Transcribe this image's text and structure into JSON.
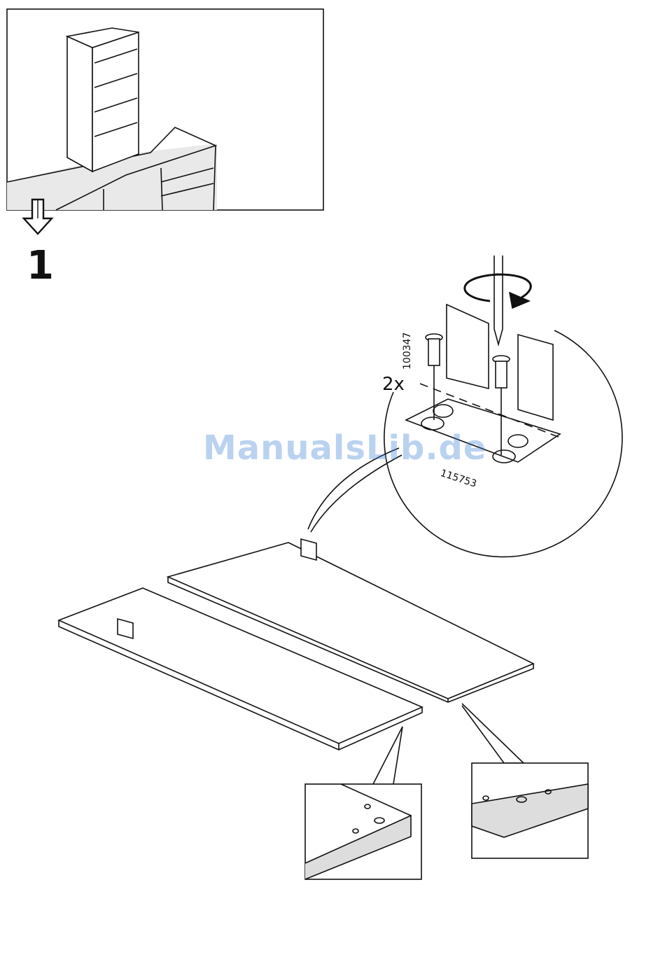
{
  "step": {
    "number": "1"
  },
  "detail": {
    "quantity": "2x",
    "part_screw": "100347",
    "part_bracket": "115753"
  },
  "watermark": {
    "text": "ManualsLib.de"
  },
  "icons": {
    "arrow": "down-arrow-icon",
    "rotate": "rotate-clockwise-icon"
  }
}
